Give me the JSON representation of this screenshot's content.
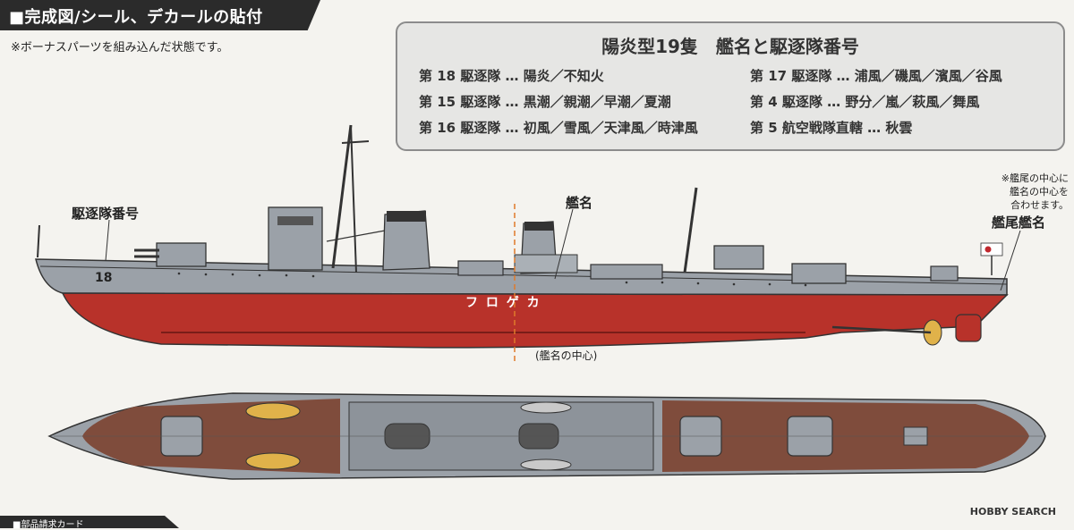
{
  "header": {
    "title": "■完成図/シール、デカールの貼付"
  },
  "subnote": "※ボーナスパーツを組み込んだ状態です。",
  "info_box": {
    "title": "陽炎型19隻　艦名と駆逐隊番号",
    "left_lines": [
      "第 18 駆逐隊 … 陽炎／不知火",
      "第 15 駆逐隊 … 黒潮／親潮／早潮／夏潮",
      "第 16 駆逐隊 … 初風／雪風／天津風／時津風"
    ],
    "right_lines": [
      "第 17 駆逐隊 … 浦風／磯風／濱風／谷風",
      "第 4 駆逐隊 … 野分／嵐／萩風／舞風",
      "第 5 航空戦隊直轄 … 秋雲"
    ]
  },
  "labels": {
    "division_number": "駆逐隊番号",
    "hull_number": "18",
    "ship_name": "艦名",
    "ship_name_text": "フ ロ ゲ カ",
    "stern_name": "艦尾艦名",
    "stern_note": [
      "※艦尾の中心に",
      "艦名の中心を",
      "合わせます。"
    ],
    "center_note": "(艦名の中心)"
  },
  "footer": {
    "text": "■部品請求カード"
  },
  "watermark": "HOBBY SEARCH",
  "colors": {
    "hull_gray": "#9ba1a8",
    "hull_red": "#b8322a",
    "deck_brown": "#7f4c3c",
    "guide_orange": "#e07a2a",
    "boat_yellow": "#e0b24a",
    "box_fill": "#e6e6e4"
  }
}
